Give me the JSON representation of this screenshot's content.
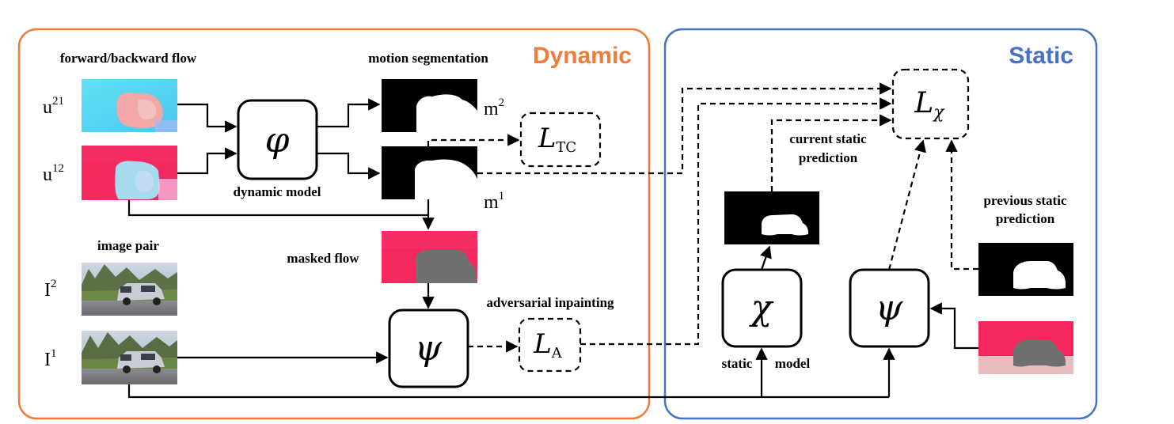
{
  "panels": {
    "dynamic": {
      "title": "Dynamic",
      "color": "#ee7d3b"
    },
    "static": {
      "title": "Static",
      "color": "#4472c4"
    }
  },
  "labels": {
    "forward_backward_flow": "forward/backward flow",
    "motion_segmentation": "motion segmentation",
    "dynamic_model": "dynamic model",
    "image_pair": "image pair",
    "masked_flow": "masked flow",
    "adversarial_inpainting": "adversarial inpainting",
    "current_static_prediction_1": "current static",
    "current_static_prediction_2": "prediction",
    "previous_static_prediction_1": "previous static",
    "previous_static_prediction_2": "prediction",
    "static_word": "static",
    "model_word": "model"
  },
  "inputs": {
    "u21": {
      "base": "u",
      "sup": "21"
    },
    "u12": {
      "base": "u",
      "sup": "12"
    },
    "I2": {
      "base": "I",
      "sup": "2"
    },
    "I1": {
      "base": "I",
      "sup": "1"
    },
    "m2": {
      "base": "m",
      "sup": "2"
    },
    "m1": {
      "base": "m",
      "sup": "1"
    }
  },
  "modules": {
    "phi": "φ",
    "psi_dynamic": "ψ",
    "chi": "χ",
    "psi_static": "ψ"
  },
  "losses": {
    "L_TC": {
      "symbol": "L",
      "sub": "TC"
    },
    "L_A": {
      "symbol": "L",
      "sub": "A"
    },
    "L_chi": {
      "symbol": "L",
      "sub": "χ"
    }
  },
  "colors": {
    "flow_cyan": "#5ad8f2",
    "flow_red": "#f0245a",
    "masked_gray": "#707070",
    "mask_black": "#000000",
    "mask_white": "#ffffff"
  }
}
